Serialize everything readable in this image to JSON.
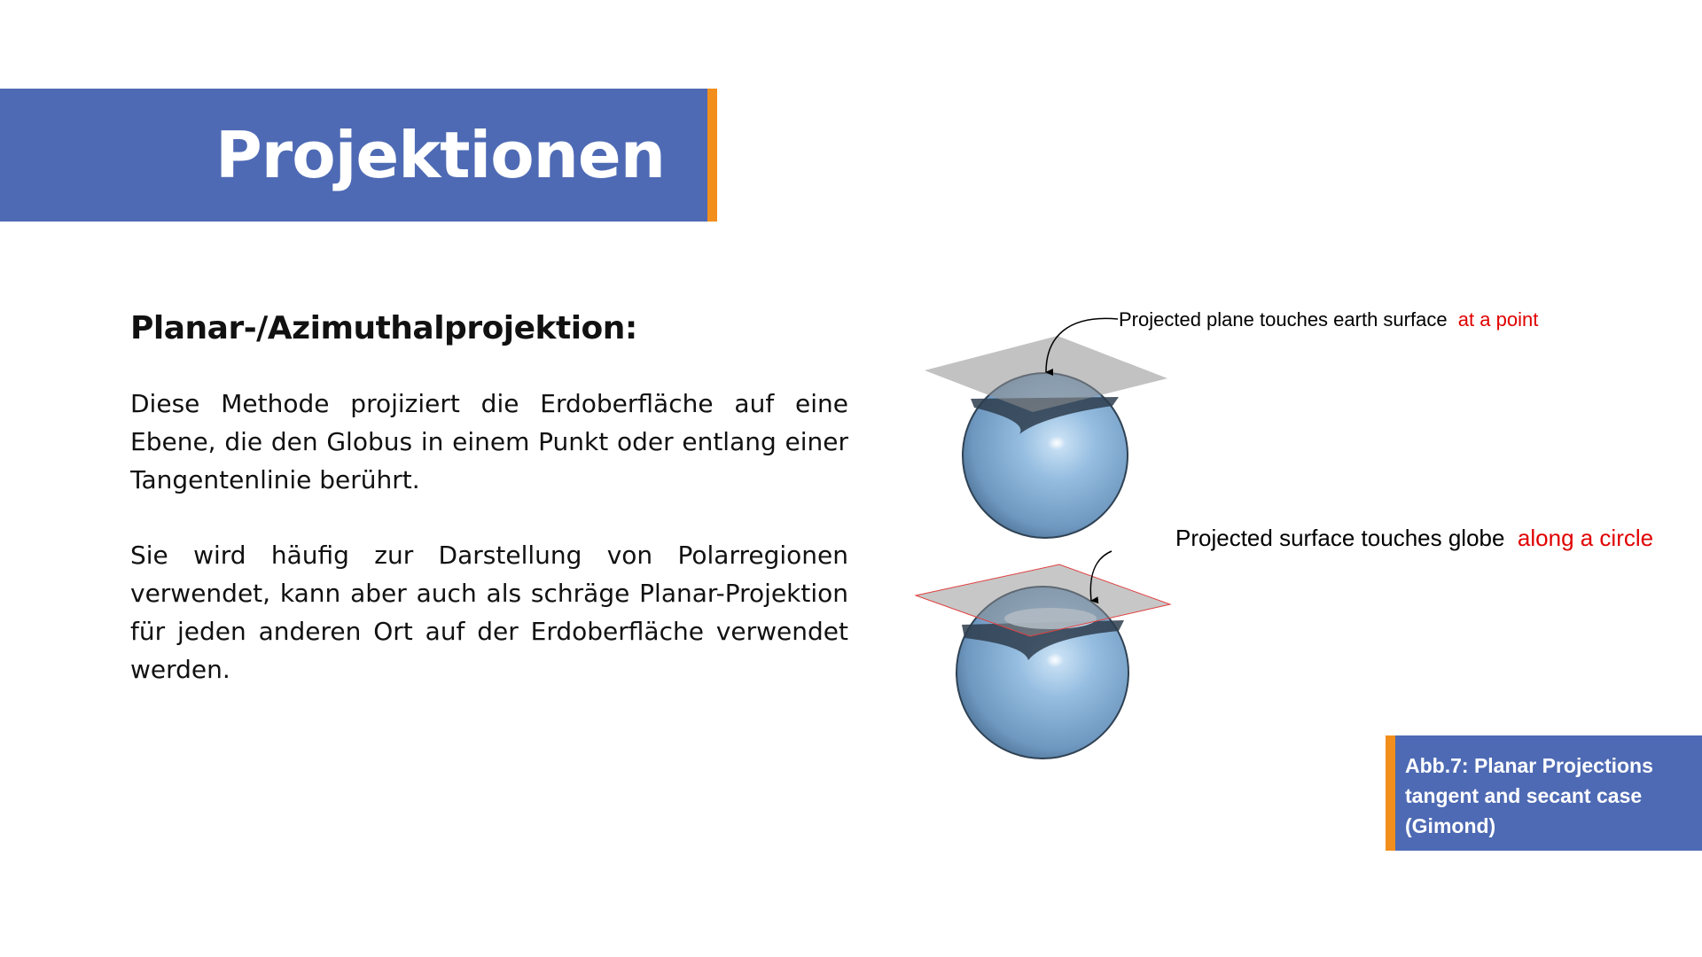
{
  "slide": {
    "title": "Projektionen",
    "heading": "Planar-/Azimuthalprojektion:",
    "paragraphs": [
      "Diese Methode projiziert die Erdoberfläche auf eine Ebene, die den Globus in einem Punkt oder entlang einer Tangentenlinie berührt.",
      "Sie wird häufig zur Darstellung von Polarregionen verwendet, kann aber auch als schräge Planar-Projektion für jeden anderen Ort auf der Erdoberfläche verwendet werden."
    ]
  },
  "figure": {
    "tangent_label": "Projected plane  touches earth surface",
    "tangent_highlight": "at a point",
    "secant_label": "Projected surface touches globe",
    "secant_highlight": "along a circle",
    "caption_lines": [
      "Abb.7: Planar Projections",
      "tangent and secant case",
      "(Gimond)"
    ]
  },
  "colors": {
    "banner": "#4e6ab4",
    "accent": "#f28e1c",
    "highlight": "#e00000",
    "globe": "#8ab2d8"
  }
}
